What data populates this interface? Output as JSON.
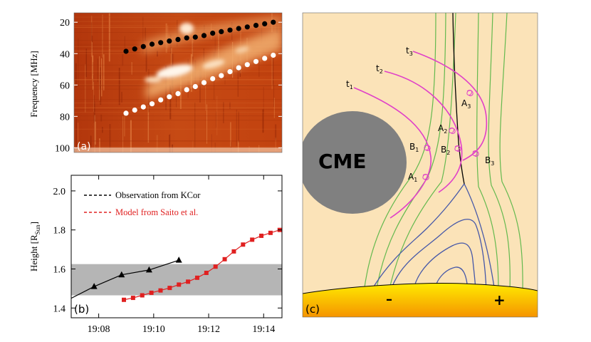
{
  "chart_data": [
    {
      "panel_label": "(a)",
      "type": "scatter",
      "subtype": "dynamic-spectrum",
      "ylabel": "Frequency [MHz]",
      "y_ticks": [
        "20",
        "40",
        "60",
        "80",
        "100"
      ],
      "ylim": [
        14,
        103
      ],
      "y_inverted": true,
      "x_range_time": [
        "19:06:50",
        "19:14:50"
      ],
      "series": [
        {
          "color": "#000000",
          "marker": "filled-circle",
          "x": [
            "19:08:50",
            "19:09:10",
            "19:09:30",
            "19:09:50",
            "19:10:10",
            "19:10:30",
            "19:10:50",
            "19:11:10",
            "19:11:30",
            "19:11:50",
            "19:12:10",
            "19:12:30",
            "19:12:50",
            "19:13:10",
            "19:13:30",
            "19:13:50",
            "19:14:10",
            "19:14:30"
          ],
          "y": [
            38.5,
            37,
            35.5,
            34,
            33,
            32,
            31,
            30,
            29.5,
            28.5,
            27,
            26,
            25,
            24,
            23,
            22,
            21,
            20
          ]
        },
        {
          "color": "#ffffff",
          "marker": "filled-circle",
          "x": [
            "19:08:50",
            "19:09:10",
            "19:09:30",
            "19:09:50",
            "19:10:10",
            "19:10:30",
            "19:10:50",
            "19:11:10",
            "19:11:30",
            "19:11:50",
            "19:12:10",
            "19:12:30",
            "19:12:50",
            "19:13:10",
            "19:13:30",
            "19:13:50",
            "19:14:10",
            "19:14:30"
          ],
          "y": [
            78,
            76,
            74,
            72,
            69.5,
            67.5,
            65.5,
            63,
            61,
            58.5,
            56,
            54,
            51.5,
            49,
            47,
            45,
            43,
            41
          ]
        }
      ],
      "colormap": "orange-heat"
    },
    {
      "panel_label": "(b)",
      "type": "line",
      "ylabel": "Height [R",
      "ylabel_sub": "Sun",
      "ylabel_end": "]",
      "categories_note": "time axis",
      "x_ticks": [
        "19:08",
        "19:10",
        "19:12",
        "19:14"
      ],
      "y_ticks": [
        "1.4",
        "1.6",
        "1.8",
        "2.0"
      ],
      "xlim": [
        "19:07:00",
        "19:14:40"
      ],
      "ylim": [
        1.35,
        2.08
      ],
      "shaded_band_y": [
        1.465,
        1.625
      ],
      "legend_position": "top-left",
      "series": [
        {
          "name": "Observation from KCor",
          "color": "#000000",
          "marker": "triangle",
          "x": [
            "19:07:00",
            "19:07:50",
            "19:08:50",
            "19:09:50",
            "19:10:55"
          ],
          "y": [
            1.45,
            1.51,
            1.57,
            1.595,
            1.645
          ],
          "markers_from_index": 1
        },
        {
          "name": "Model from Saito et al.",
          "color": "#e02020",
          "marker": "square",
          "x": [
            "19:08:55",
            "19:09:15",
            "19:09:35",
            "19:09:55",
            "19:10:15",
            "19:10:35",
            "19:10:55",
            "19:11:15",
            "19:11:35",
            "19:11:55",
            "19:12:15",
            "19:12:35",
            "19:12:55",
            "19:13:15",
            "19:13:35",
            "19:13:55",
            "19:14:15",
            "19:14:35"
          ],
          "y": [
            1.442,
            1.452,
            1.465,
            1.478,
            1.49,
            1.503,
            1.52,
            1.535,
            1.555,
            1.58,
            1.612,
            1.65,
            1.69,
            1.725,
            1.75,
            1.77,
            1.785,
            1.8
          ]
        }
      ],
      "legend_linestyle": "dashed"
    },
    {
      "panel_label": "(c)",
      "type": "diagram",
      "cme_label": "CME",
      "polarity_left": "–",
      "polarity_right": "+",
      "time_labels": [
        {
          "base": "t",
          "sub": "1"
        },
        {
          "base": "t",
          "sub": "2"
        },
        {
          "base": "t",
          "sub": "3"
        }
      ],
      "point_labels": [
        {
          "base": "A",
          "sub": "1"
        },
        {
          "base": "B",
          "sub": "1"
        },
        {
          "base": "A",
          "sub": "2"
        },
        {
          "base": "B",
          "sub": "2"
        },
        {
          "base": "A",
          "sub": "3"
        },
        {
          "base": "B",
          "sub": "3"
        }
      ],
      "colors": {
        "background": "#fbe3b8",
        "cme": "#808080",
        "open_field": "#63b94e",
        "closed_field": "#4658a8",
        "shock_front": "#e040c8",
        "sun_top": "#ffe000",
        "sun_bottom": "#f39a00"
      }
    }
  ]
}
